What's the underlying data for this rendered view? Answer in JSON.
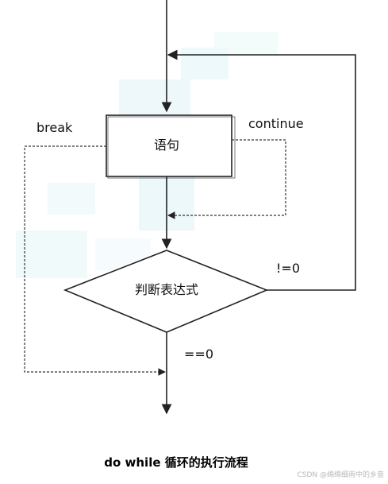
{
  "diagram": {
    "caption": "do while 循环的执行流程",
    "statement_label": "语句",
    "condition_label": "判断表达式",
    "break_label": "break",
    "continue_label": "continue",
    "not_zero_label": "!=0",
    "equals_zero_label": "==0"
  },
  "watermark": {
    "text": "CSDN @绵绵细雨中的乡音"
  },
  "colors": {
    "stroke": "#222222",
    "tint": "#dff3f6"
  }
}
